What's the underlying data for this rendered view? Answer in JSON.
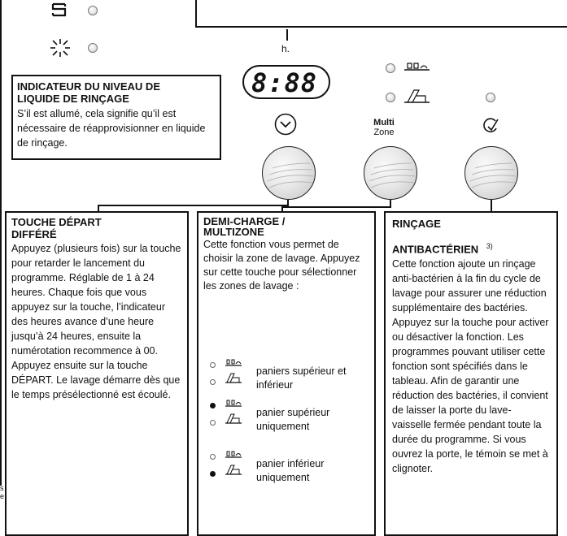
{
  "display": {
    "time": "8:88",
    "unit": "h."
  },
  "multizone_label": {
    "line1": "Multi",
    "line2": "Zone"
  },
  "rinse_aid_box": {
    "title_line1": "INDICATEUR DU NIVEAU DE",
    "title_line2": "LIQUIDE DE RINÇAGE",
    "text": "S’il est allumé, cela signifie qu’il est nécessaire de réapprovisionner en liquide de rinçage."
  },
  "delay_box": {
    "title_line1": "TOUCHE DÉPART",
    "title_line2": "DIFFÉRÉ",
    "text": "Appuyez (plusieurs fois) sur la touche pour retarder le lancement du programme. Réglable de 1 à 24 heures. Chaque fois que vous appuyez sur la touche, l’indicateur des heures avance d’une heure jusqu’à 24 heures, ensuite la numérotation recommence à 00. Appuyez ensuite sur la touche DÉPART. Le lavage démarre dès que le temps présélectionné est écoulé."
  },
  "halfload_box": {
    "title_line1": "DEMI-CHARGE /",
    "title_line2": "MULTIZONE",
    "text": "Cette fonction vous permet de choisir la zone de lavage. Appuyez sur cette touche pour sélectionner les zones de lavage :",
    "options": [
      {
        "label_line1": "paniers supérieur et",
        "label_line2": "inférieur",
        "upper_on": false,
        "lower_on": false
      },
      {
        "label_line1": "panier supérieur",
        "label_line2": "uniquement",
        "upper_on": true,
        "lower_on": false
      },
      {
        "label_line1": "panier inférieur",
        "label_line2": "uniquement",
        "upper_on": false,
        "lower_on": true
      }
    ]
  },
  "antibac_box": {
    "title_line1": "RINÇAGE",
    "title_line2": "ANTIBACTÉRIEN",
    "footnote": "3)",
    "text": "Cette fonction ajoute un rinçage anti-bactérien à la fin du cycle de lavage pour assurer une réduction supplémentaire des bactéries. Appuyez sur la touche pour activer ou désactiver la fonction. Les programmes pouvant utiliser cette fonction sont spécifiés dans le tableau. Afin de garantir une réduction des bactéries, il convient de laisser la porte du lave-vaisselle fermée pendant toute la durée du programme. Si vous ouvrez la porte, le témoin se met à clignoter."
  },
  "left_margin": {
    "line1": "s",
    "line2": "e"
  },
  "icons": {
    "salt": "salt-icon",
    "rinse_aid": "rinse-aid-icon",
    "delay": "delay-icon",
    "antibac": "antibacterial-icon",
    "upper_basket": "upper-basket-icon",
    "lower_basket": "lower-basket-icon"
  }
}
